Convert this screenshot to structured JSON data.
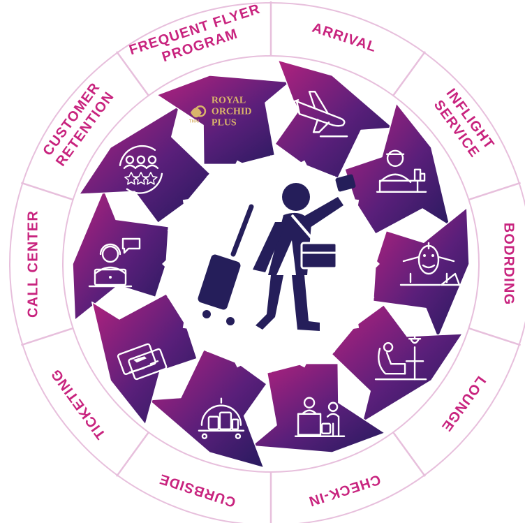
{
  "colors": {
    "label": "#c8237e",
    "ring_stroke": "#e7bfdc",
    "ring_fill": "#ffffff",
    "grad_start": "#b2227e",
    "grad_mid": "#5a1f7a",
    "grad_end": "#261a5e",
    "traveler": "#251e5a",
    "icon_line": "#ffffff",
    "logo_gold": "#d9b46a"
  },
  "segments": [
    {
      "label_lines": [
        "CALL CENTER"
      ],
      "icon": "call-center-agent-icon"
    },
    {
      "label_lines": [
        "CUSTOMER",
        "RETENTION"
      ],
      "icon": "customer-retention-icon"
    },
    {
      "label_lines": [
        "FREQUENT FLYER",
        "PROGRAM"
      ],
      "icon": "royal-orchid-plus-logo"
    },
    {
      "label_lines": [
        "ARRIVAL"
      ],
      "icon": "airplane-icon"
    },
    {
      "label_lines": [
        "INFLIGHT",
        "SERVICE"
      ],
      "icon": "flight-attendant-icon"
    },
    {
      "label_lines": [
        "BODRDING"
      ],
      "icon": "boarding-airplane-icon"
    },
    {
      "label_lines": [
        "LOUNGE"
      ],
      "icon": "lounge-chair-icon"
    },
    {
      "label_lines": [
        "CHECK-IN"
      ],
      "icon": "check-in-counter-icon"
    },
    {
      "label_lines": [
        "CURBSIDE"
      ],
      "icon": "luggage-trolley-icon"
    },
    {
      "label_lines": [
        "TICKETING"
      ],
      "icon": "flight-ticket-icon"
    }
  ],
  "logo": {
    "line1": "ROYAL",
    "line2": "ORCHID",
    "line3": "PLUS",
    "small": "THAI"
  },
  "center_icon": "traveler-with-luggage-icon"
}
